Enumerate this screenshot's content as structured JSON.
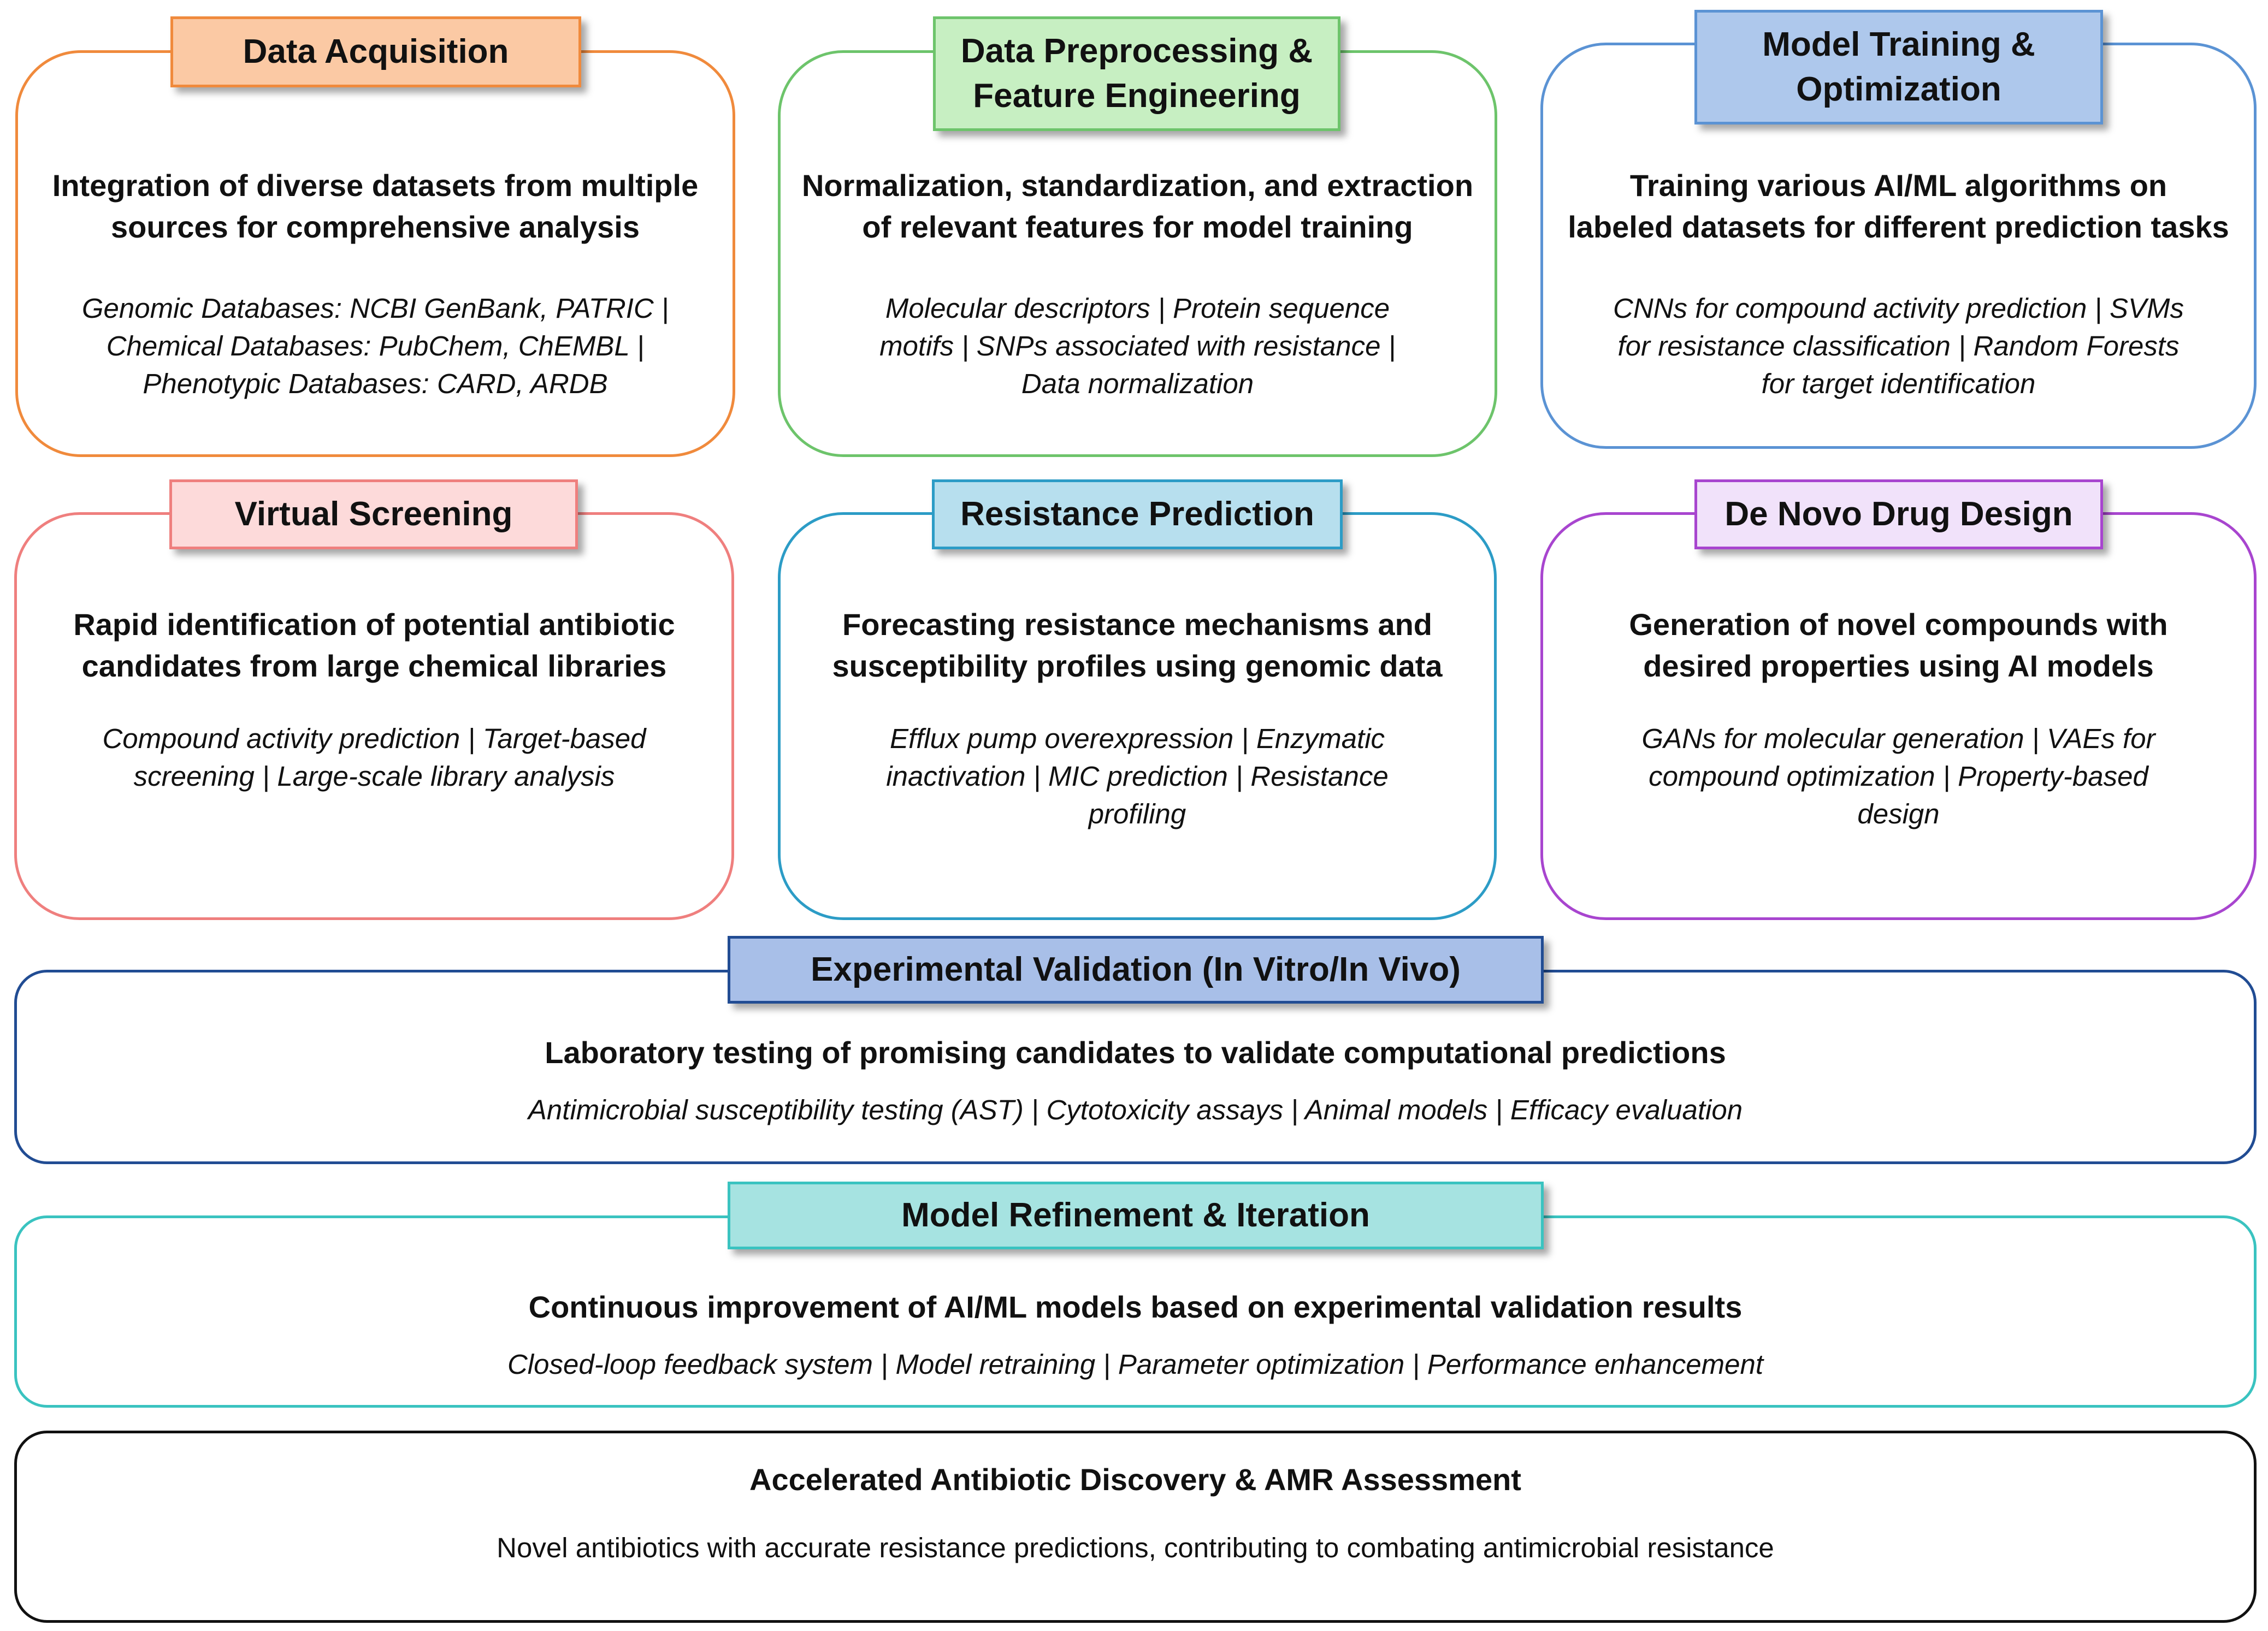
{
  "colors": {
    "orange": "#F08A3C",
    "orange_fill": "#FBC9A4",
    "green": "#6DC46B",
    "green_fill": "#C7EFC2",
    "blue": "#5B93D4",
    "blue_fill": "#AEC8EC",
    "red": "#EF7F7E",
    "red_fill": "#FDDADA",
    "teal": "#2C9CC6",
    "teal_fill": "#B7DFEE",
    "purple": "#A845CF",
    "purple_fill": "#F1E2FA",
    "navy": "#214C93",
    "navy_fill": "#A8BFE8",
    "cyan": "#3AC3C0",
    "cyan_fill": "#A6E3E1",
    "black": "#111111"
  },
  "stages": [
    {
      "title_lines": [
        "Data Acquisition"
      ],
      "desc_lines": [
        "Integration of diverse datasets from multiple",
        "sources for comprehensive analysis"
      ],
      "detail_lines": [
        "Genomic Databases: NCBI GenBank, PATRIC |",
        "Chemical Databases: PubChem, ChEMBL |",
        "Phenotypic Databases: CARD, ARDB"
      ]
    },
    {
      "title_lines": [
        "Data Preprocessing &",
        "Feature Engineering"
      ],
      "desc_lines": [
        "Normalization, standardization, and extraction",
        "of relevant features for model training"
      ],
      "detail_lines": [
        "Molecular descriptors | Protein sequence",
        "motifs | SNPs associated with resistance |",
        "Data normalization"
      ]
    },
    {
      "title_lines": [
        "Model Training &",
        "Optimization"
      ],
      "desc_lines": [
        "Training various AI/ML algorithms on",
        "labeled datasets for different prediction tasks"
      ],
      "detail_lines": [
        "CNNs for compound activity prediction | SVMs",
        "for resistance classification | Random Forests",
        "for target identification"
      ]
    },
    {
      "title_lines": [
        "Virtual Screening"
      ],
      "desc_lines": [
        "Rapid identification of potential antibiotic",
        "candidates from large chemical libraries"
      ],
      "detail_lines": [
        "Compound activity prediction | Target-based",
        "screening | Large-scale library analysis"
      ]
    },
    {
      "title_lines": [
        "Resistance Prediction"
      ],
      "desc_lines": [
        "Forecasting resistance mechanisms and",
        "susceptibility profiles using genomic data"
      ],
      "detail_lines": [
        "Efflux pump overexpression | Enzymatic",
        "inactivation | MIC prediction | Resistance",
        "profiling"
      ]
    },
    {
      "title_lines": [
        "De Novo Drug Design"
      ],
      "desc_lines": [
        "Generation of novel compounds with",
        "desired properties using AI models"
      ],
      "detail_lines": [
        "GANs for molecular generation | VAEs for",
        "compound optimization | Property-based",
        "design"
      ]
    }
  ],
  "validation": {
    "title": "Experimental Validation (In Vitro/In Vivo)",
    "desc": "Laboratory testing of promising candidates to validate computational predictions",
    "detail": "Antimicrobial susceptibility testing (AST) | Cytotoxicity assays | Animal models | Efficacy evaluation"
  },
  "refinement": {
    "title": "Model Refinement & Iteration",
    "desc": "Continuous improvement of AI/ML models based on experimental validation results",
    "detail": "Closed-loop feedback system | Model retraining | Parameter optimization | Performance enhancement"
  },
  "outcome": {
    "title": "Accelerated Antibiotic Discovery & AMR Assessment",
    "text": "Novel antibiotics with accurate resistance predictions, contributing to combating antimicrobial resistance"
  }
}
